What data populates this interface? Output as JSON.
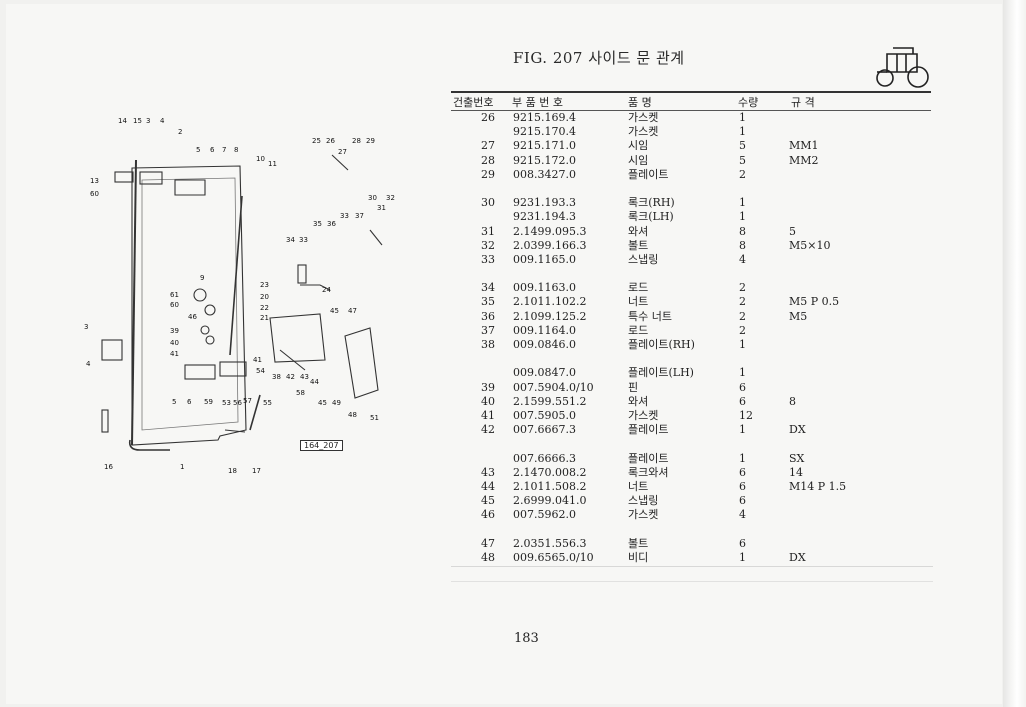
{
  "header": {
    "title": "FIG. 207 사이드 문 관계",
    "page_number": "183",
    "figure_code": "164_207"
  },
  "columns": {
    "ref": "건출번호",
    "part_no": "부 품 번 호",
    "name": "품 명",
    "qty": "수량",
    "spec": "규 격"
  },
  "rows": [
    {
      "ref": "26",
      "part_no": "9215.169.4",
      "name": "가스켓",
      "qty": "1",
      "spec": ""
    },
    {
      "ref": "",
      "part_no": "9215.170.4",
      "name": "가스켓",
      "qty": "1",
      "spec": ""
    },
    {
      "ref": "27",
      "part_no": "9215.171.0",
      "name": "시임",
      "qty": "5",
      "spec": "MM1"
    },
    {
      "ref": "28",
      "part_no": "9215.172.0",
      "name": "시임",
      "qty": "5",
      "spec": "MM2"
    },
    {
      "ref": "29",
      "part_no": "008.3427.0",
      "name": "플레이트",
      "qty": "2",
      "spec": ""
    },
    {
      "gap": true
    },
    {
      "ref": "30",
      "part_no": "9231.193.3",
      "name": "록크(RH)",
      "qty": "1",
      "spec": ""
    },
    {
      "ref": "",
      "part_no": "9231.194.3",
      "name": "록크(LH)",
      "qty": "1",
      "spec": ""
    },
    {
      "ref": "31",
      "part_no": "2.1499.095.3",
      "name": "와셔",
      "qty": "8",
      "spec": "5"
    },
    {
      "ref": "32",
      "part_no": "2.0399.166.3",
      "name": "볼트",
      "qty": "8",
      "spec": "M5×10"
    },
    {
      "ref": "33",
      "part_no": "009.1165.0",
      "name": "스냅링",
      "qty": "4",
      "spec": ""
    },
    {
      "gap": true
    },
    {
      "ref": "34",
      "part_no": "009.1163.0",
      "name": "로드",
      "qty": "2",
      "spec": ""
    },
    {
      "ref": "35",
      "part_no": "2.1011.102.2",
      "name": "너트",
      "qty": "2",
      "spec": "M5 P 0.5"
    },
    {
      "ref": "36",
      "part_no": "2.1099.125.2",
      "name": "특수 너트",
      "qty": "2",
      "spec": "M5"
    },
    {
      "ref": "37",
      "part_no": "009.1164.0",
      "name": "로드",
      "qty": "2",
      "spec": ""
    },
    {
      "ref": "38",
      "part_no": "009.0846.0",
      "name": "플레이트(RH)",
      "qty": "1",
      "spec": ""
    },
    {
      "gap": true
    },
    {
      "ref": "",
      "part_no": "009.0847.0",
      "name": "플레이트(LH)",
      "qty": "1",
      "spec": ""
    },
    {
      "ref": "39",
      "part_no": "007.5904.0/10",
      "name": "핀",
      "qty": "6",
      "spec": ""
    },
    {
      "ref": "40",
      "part_no": "2.1599.551.2",
      "name": "와셔",
      "qty": "6",
      "spec": "8"
    },
    {
      "ref": "41",
      "part_no": "007.5905.0",
      "name": "가스켓",
      "qty": "12",
      "spec": ""
    },
    {
      "ref": "42",
      "part_no": "007.6667.3",
      "name": "플레이트",
      "qty": "1",
      "spec": "DX"
    },
    {
      "gap": true
    },
    {
      "ref": "",
      "part_no": "007.6666.3",
      "name": "플레이트",
      "qty": "1",
      "spec": "SX"
    },
    {
      "ref": "43",
      "part_no": "2.1470.008.2",
      "name": "록크와셔",
      "qty": "6",
      "spec": "14"
    },
    {
      "ref": "44",
      "part_no": "2.1011.508.2",
      "name": "너트",
      "qty": "6",
      "spec": "M14 P 1.5"
    },
    {
      "ref": "45",
      "part_no": "2.6999.041.0",
      "name": "스냅링",
      "qty": "6",
      "spec": ""
    },
    {
      "ref": "46",
      "part_no": "007.5962.0",
      "name": "가스켓",
      "qty": "4",
      "spec": ""
    },
    {
      "gap": true
    },
    {
      "ref": "47",
      "part_no": "2.0351.556.3",
      "name": "볼트",
      "qty": "6",
      "spec": ""
    },
    {
      "ref": "48",
      "part_no": "009.6565.0/10",
      "name": "비디",
      "qty": "1",
      "spec": "DX"
    }
  ],
  "callouts": [
    {
      "id": "14",
      "label": "14"
    },
    {
      "id": "15",
      "label": "15"
    },
    {
      "id": "3",
      "label": "3"
    },
    {
      "id": "4",
      "label": "4"
    },
    {
      "id": "2",
      "label": "2"
    },
    {
      "id": "5",
      "label": "5"
    },
    {
      "id": "6",
      "label": "6"
    },
    {
      "id": "7",
      "label": "7"
    },
    {
      "id": "8",
      "label": "8"
    },
    {
      "id": "10",
      "label": "10"
    },
    {
      "id": "11",
      "label": "11"
    },
    {
      "id": "13",
      "label": "13"
    },
    {
      "id": "60",
      "label": "60"
    },
    {
      "id": "25",
      "label": "25"
    },
    {
      "id": "26",
      "label": "26"
    },
    {
      "id": "27",
      "label": "27"
    },
    {
      "id": "28",
      "label": "28"
    },
    {
      "id": "29",
      "label": "29"
    },
    {
      "id": "30",
      "label": "30"
    },
    {
      "id": "32",
      "label": "32"
    },
    {
      "id": "31",
      "label": "31"
    },
    {
      "id": "33a",
      "label": "33"
    },
    {
      "id": "37",
      "label": "37"
    },
    {
      "id": "35",
      "label": "35"
    },
    {
      "id": "36",
      "label": "36"
    },
    {
      "id": "34",
      "label": "34"
    },
    {
      "id": "33b",
      "label": "33"
    },
    {
      "id": "9",
      "label": "9"
    },
    {
      "id": "23",
      "label": "23"
    },
    {
      "id": "24",
      "label": "24"
    },
    {
      "id": "20",
      "label": "20"
    },
    {
      "id": "22",
      "label": "22"
    },
    {
      "id": "21",
      "label": "21"
    },
    {
      "id": "45a",
      "label": "45"
    },
    {
      "id": "47",
      "label": "47"
    },
    {
      "id": "61",
      "label": "61"
    },
    {
      "id": "60b",
      "label": "60"
    },
    {
      "id": "46",
      "label": "46"
    },
    {
      "id": "3b",
      "label": "3"
    },
    {
      "id": "39",
      "label": "39"
    },
    {
      "id": "40",
      "label": "40"
    },
    {
      "id": "41",
      "label": "41"
    },
    {
      "id": "4b",
      "label": "4"
    },
    {
      "id": "41b",
      "label": "41"
    },
    {
      "id": "54",
      "label": "54"
    },
    {
      "id": "38",
      "label": "38"
    },
    {
      "id": "42",
      "label": "42"
    },
    {
      "id": "43",
      "label": "43"
    },
    {
      "id": "44",
      "label": "44"
    },
    {
      "id": "58",
      "label": "58"
    },
    {
      "id": "5b",
      "label": "5"
    },
    {
      "id": "6b",
      "label": "6"
    },
    {
      "id": "59",
      "label": "59"
    },
    {
      "id": "53",
      "label": "53"
    },
    {
      "id": "56",
      "label": "56"
    },
    {
      "id": "57",
      "label": "57"
    },
    {
      "id": "55",
      "label": "55"
    },
    {
      "id": "45b",
      "label": "45"
    },
    {
      "id": "49",
      "label": "49"
    },
    {
      "id": "48",
      "label": "48"
    },
    {
      "id": "51",
      "label": "51"
    },
    {
      "id": "16",
      "label": "16"
    },
    {
      "id": "1",
      "label": "1"
    },
    {
      "id": "18",
      "label": "18"
    },
    {
      "id": "17",
      "label": "17"
    }
  ]
}
